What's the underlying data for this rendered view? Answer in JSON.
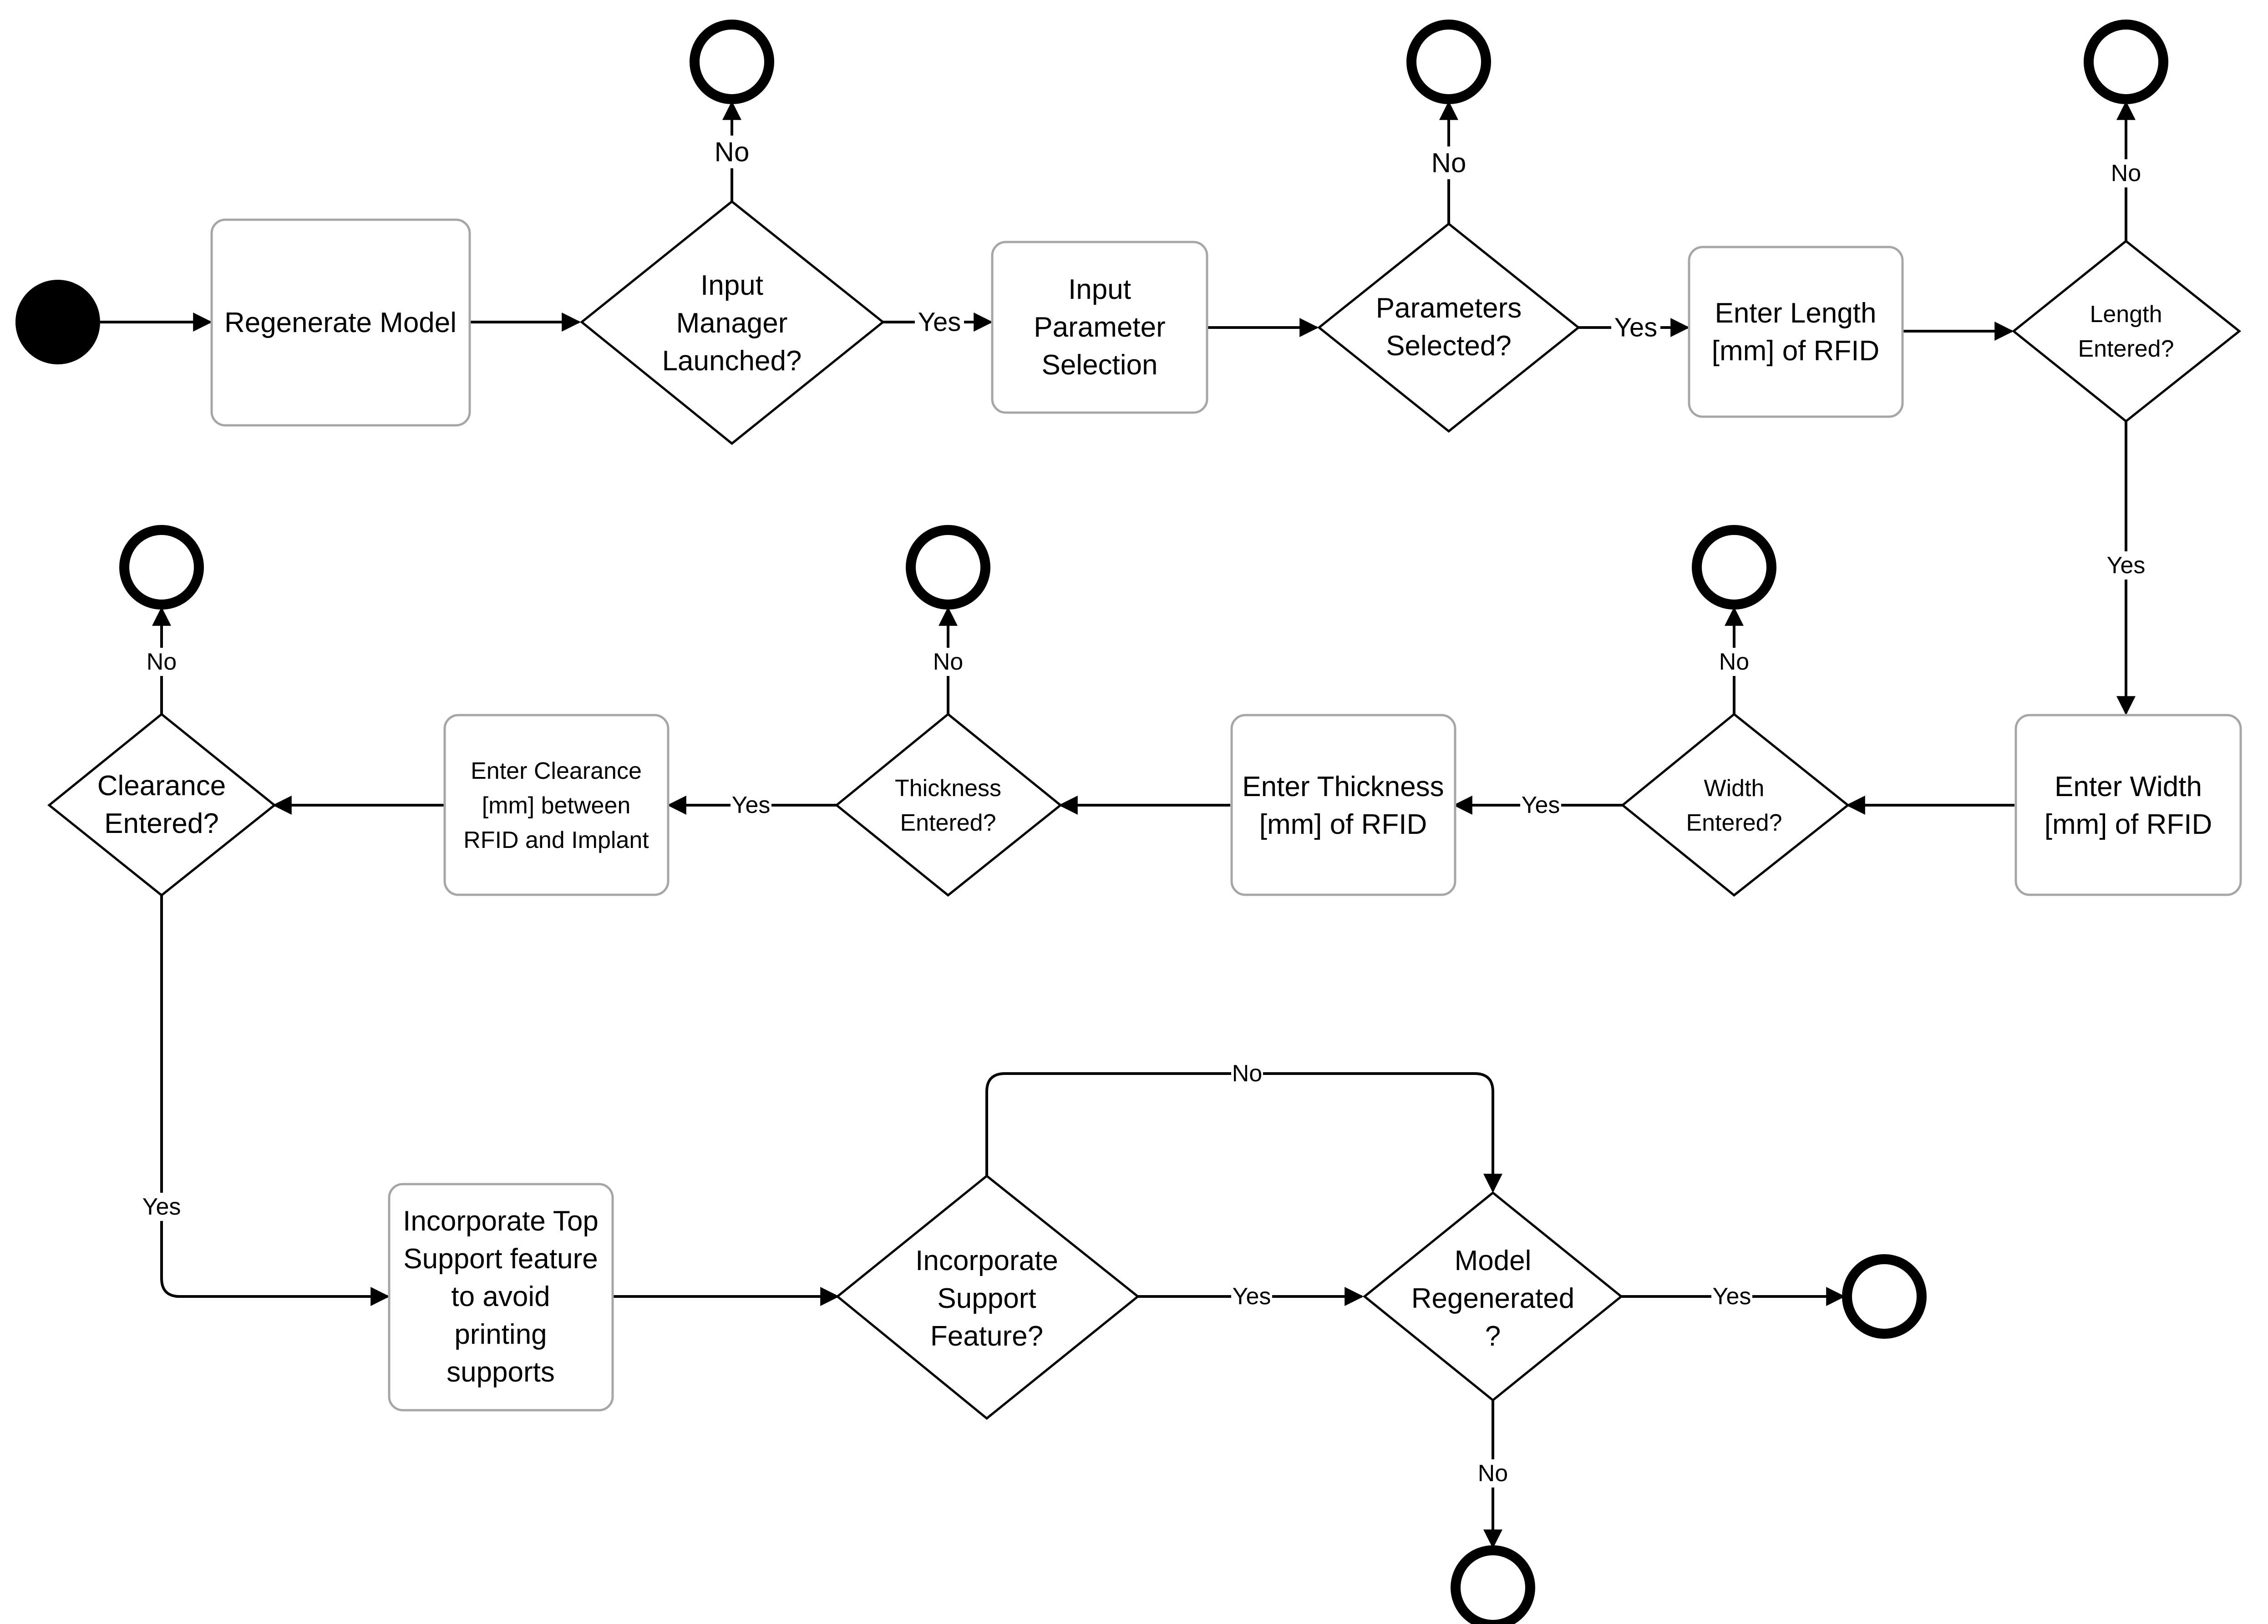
{
  "nodes": {
    "regenerate_model": {
      "lines": [
        "Regenerate Model"
      ]
    },
    "input_manager": {
      "lines": [
        "Input",
        "Manager",
        "Launched?"
      ]
    },
    "input_parameter": {
      "lines": [
        "Input",
        "Parameter",
        "Selection"
      ]
    },
    "parameters_selected": {
      "lines": [
        "Parameters",
        "Selected?"
      ]
    },
    "enter_length": {
      "lines": [
        "Enter Length",
        "[mm] of RFID"
      ]
    },
    "length_entered": {
      "lines": [
        "Length",
        "Entered?"
      ]
    },
    "enter_width": {
      "lines": [
        "Enter Width",
        "[mm] of RFID"
      ]
    },
    "width_entered": {
      "lines": [
        "Width",
        "Entered?"
      ]
    },
    "enter_thickness": {
      "lines": [
        "Enter Thickness",
        "[mm] of RFID"
      ]
    },
    "thickness_entered": {
      "lines": [
        "Thickness",
        "Entered?"
      ]
    },
    "enter_clearance": {
      "lines": [
        "Enter Clearance",
        "[mm] between",
        "RFID and Implant"
      ]
    },
    "clearance_entered": {
      "lines": [
        "Clearance",
        "Entered?"
      ]
    },
    "incorporate_top_support": {
      "lines": [
        "Incorporate Top",
        "Support feature",
        "to avoid",
        "printing",
        "supports"
      ]
    },
    "incorporate_support": {
      "lines": [
        "Incorporate",
        "Support",
        "Feature?"
      ]
    },
    "model_regenerated": {
      "lines": [
        "Model",
        "Regenerated",
        "?"
      ]
    }
  },
  "edge_labels": {
    "yes": "Yes",
    "no": "No"
  }
}
